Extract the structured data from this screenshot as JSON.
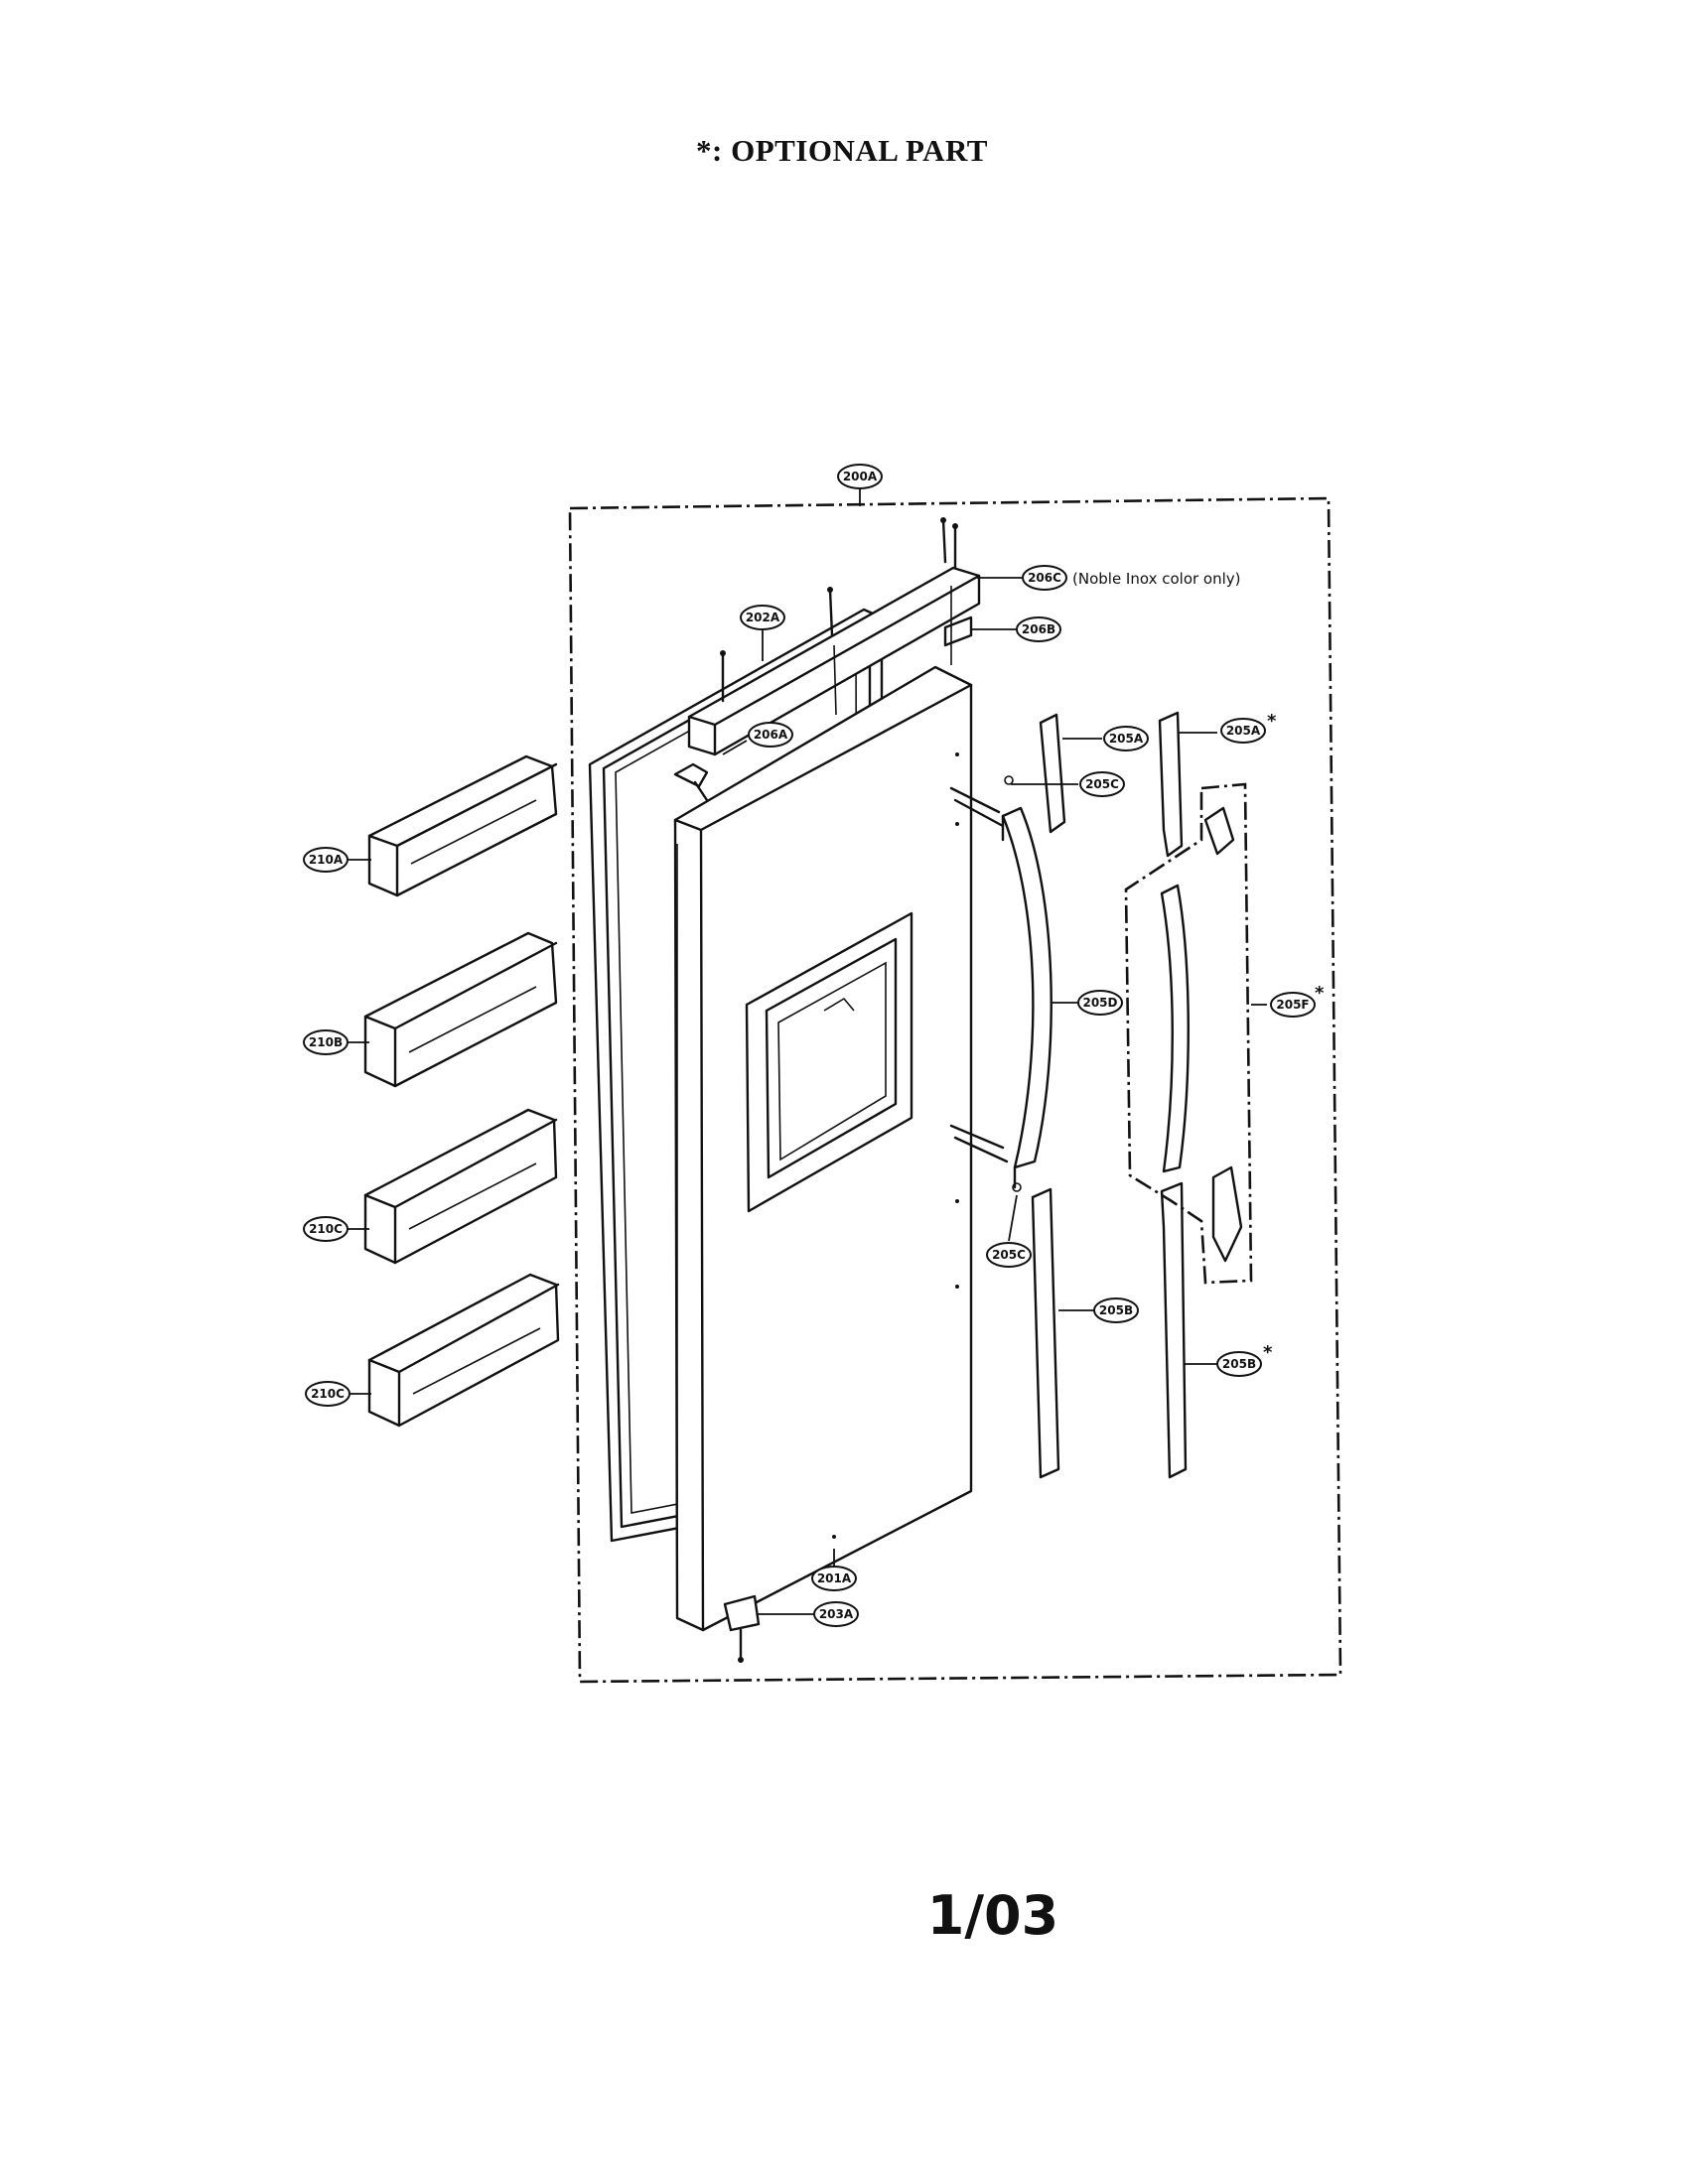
{
  "header_note": "*: OPTIONAL PART",
  "page_number": "1/03",
  "note_206C": "(Noble Inox color only)",
  "optional_marker": "*",
  "callouts": {
    "c200A": "200A",
    "c206C": "206C",
    "c206B": "206B",
    "c202A": "202A",
    "c206A": "206A",
    "c205A_1": "205A",
    "c205A_2": "205A",
    "c205C_1": "205C",
    "c205C_2": "205C",
    "c205D": "205D",
    "c205F": "205F",
    "c205B_1": "205B",
    "c205B_2": "205B",
    "c210A": "210A",
    "c210B": "210B",
    "c210C_1": "210C",
    "c210C_2": "210C",
    "c201A": "201A",
    "c203A": "203A"
  }
}
